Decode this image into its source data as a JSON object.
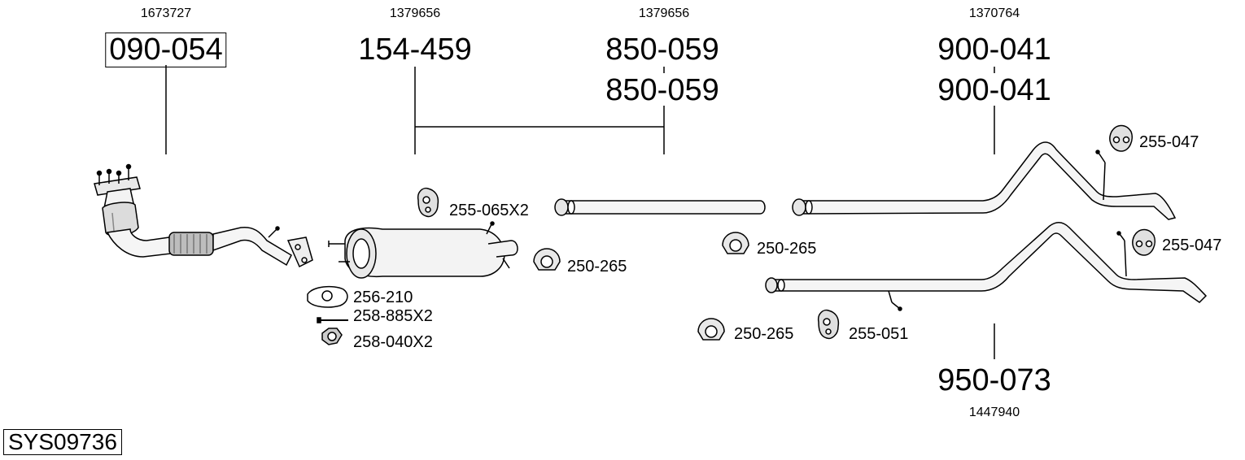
{
  "diagram_id": "SYS09736",
  "oe_numbers": [
    "1673727",
    "1379656",
    "1379656",
    "1370764",
    "1447940"
  ],
  "parts": {
    "p1": "090-054",
    "p2": "154-459",
    "p3a": "850-059",
    "p3b": "850-059",
    "p4a": "900-041",
    "p4b": "900-041",
    "p5": "950-073"
  },
  "accessories": {
    "hanger_mid": "255-065X2",
    "gasket": "256-210",
    "bolt": "258-885X2",
    "nut": "258-040X2",
    "clamp_mid": "250-265",
    "clamp_pipe": "250-265",
    "clamp_low": "250-265",
    "hanger_low": "255-051",
    "hanger_top": "255-047",
    "hanger_rear": "255-047"
  }
}
